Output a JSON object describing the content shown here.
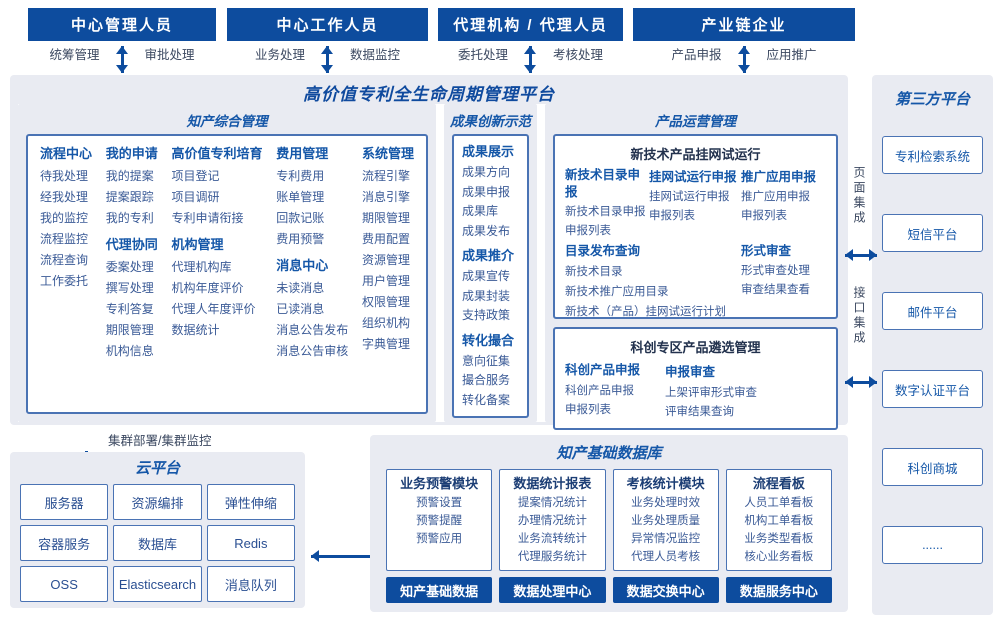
{
  "palette": {
    "primary_dark": "#0d4c9e",
    "accent_blue": "#1557a8",
    "border_blue": "#4a73b4",
    "panel_bg": "#e9ebf2",
    "item_text": "#3a5a96",
    "navy_title": "#22314d"
  },
  "icons": {
    "double_arrow_vertical": "↕",
    "double_arrow_horizontal": "↔",
    "arrow_left": "←"
  },
  "top_groups": [
    {
      "title": "中心管理人员",
      "labels": [
        "统筹管理",
        "审批处理"
      ]
    },
    {
      "title": "中心工作人员",
      "labels": [
        "业务处理",
        "数据监控"
      ]
    },
    {
      "title": "代理机构 / 代理人员",
      "labels": [
        "委托处理",
        "考核处理"
      ]
    },
    {
      "title": "产业链企业",
      "labels": [
        "产品申报",
        "应用推广"
      ]
    }
  ],
  "platform": {
    "title": "高价值专利全生命周期管理平台",
    "ip_section": {
      "title": "知产综合管理",
      "columns": [
        {
          "groups": [
            {
              "title": "流程中心",
              "items": [
                "待我处理",
                "经我处理",
                "我的监控",
                "流程监控",
                "流程查询",
                "工作委托"
              ]
            }
          ]
        },
        {
          "groups": [
            {
              "title": "我的申请",
              "items": [
                "我的提案",
                "提案跟踪",
                "我的专利"
              ]
            },
            {
              "title": "代理协同",
              "items": [
                "委案处理",
                "撰写处理",
                "专利答复",
                "期限管理",
                "机构信息"
              ]
            }
          ]
        },
        {
          "groups": [
            {
              "title": "高价值专利培育",
              "items": [
                "项目登记",
                "项目调研",
                "专利申请衔接"
              ]
            },
            {
              "title": "机构管理",
              "items": [
                "代理机构库",
                "机构年度评价",
                "代理人年度评价",
                "数据统计"
              ]
            }
          ]
        },
        {
          "groups": [
            {
              "title": "费用管理",
              "items": [
                "专利费用",
                "账单管理",
                "回款记账",
                "费用预警"
              ]
            },
            {
              "title": "消息中心",
              "items": [
                "未读消息",
                "已读消息",
                "消息公告发布",
                "消息公告审核"
              ]
            }
          ]
        },
        {
          "groups": [
            {
              "title": "系统管理",
              "items": [
                "流程引擎",
                "消息引擎",
                "期限管理",
                "费用配置",
                "资源管理",
                "用户管理",
                "权限管理",
                "组织机构",
                "字典管理"
              ]
            }
          ]
        }
      ]
    },
    "achievement_section": {
      "title": "成果创新示范",
      "groups": [
        {
          "title": "成果展示",
          "items": [
            "成果方向",
            "成果申报",
            "成果库",
            "成果发布"
          ]
        },
        {
          "title": "成果推介",
          "items": [
            "成果宣传",
            "成果封装",
            "支持政策"
          ]
        },
        {
          "title": "转化撮合",
          "items": [
            "意向征集",
            "撮合服务",
            "转化备案"
          ]
        }
      ]
    },
    "product_section": {
      "title": "产品运营管理",
      "trial_box": {
        "title": "新技术产品挂网试运行",
        "columns": [
          {
            "title": "新技术目录申报",
            "items": [
              "新技术目录申报",
              "申报列表"
            ]
          },
          {
            "title": "挂网试运行申报",
            "items": [
              "挂网试运行申报",
              "申报列表"
            ]
          },
          {
            "title": "推广应用申报",
            "items": [
              "推广应用申报",
              "申报列表"
            ]
          }
        ],
        "catalog_group": {
          "title": "目录发布查询",
          "items": [
            "新技术目录",
            "新技术推广应用目录",
            "新技术（产品）挂网试运行计划"
          ]
        },
        "review_group": {
          "title": "形式审查",
          "items": [
            "形式审查处理",
            "审查结果查看"
          ]
        }
      },
      "selection_box": {
        "title": "科创专区产品遴选管理",
        "columns": [
          {
            "title": "科创产品申报",
            "items": [
              "科创产品申报",
              "申报列表"
            ]
          },
          {
            "title": "申报审查",
            "items": [
              "上架评审形式审查",
              "评审结果查询"
            ]
          }
        ]
      }
    }
  },
  "third_party": {
    "title": "第三方平台",
    "items": [
      "专利检索系统",
      "短信平台",
      "邮件平台",
      "数字认证平台",
      "科创商城",
      "......"
    ]
  },
  "integration": {
    "page": "页面集成",
    "interface": "接口集成"
  },
  "cluster_label": "集群部署/集群监控",
  "cloud": {
    "title": "云平台",
    "items": [
      "服务器",
      "资源编排",
      "弹性伸缩",
      "容器服务",
      "数据库",
      "Redis",
      "OSS",
      "Elasticsearch",
      "消息队列"
    ]
  },
  "database": {
    "title": "知产基础数据库",
    "modules": [
      {
        "title": "业务预警模块",
        "items": [
          "预警设置",
          "预警提醒",
          "预警应用"
        ]
      },
      {
        "title": "数据统计报表",
        "items": [
          "提案情况统计",
          "办理情况统计",
          "业务流转统计",
          "代理服务统计"
        ]
      },
      {
        "title": "考核统计模块",
        "items": [
          "业务处理时效",
          "业务处理质量",
          "异常情况监控",
          "代理人员考核"
        ]
      },
      {
        "title": "流程看板",
        "items": [
          "人员工单看板",
          "机构工单看板",
          "业务类型看板",
          "核心业务看板"
        ]
      }
    ],
    "bases": [
      "知产基础数据",
      "数据处理中心",
      "数据交换中心",
      "数据服务中心"
    ]
  }
}
